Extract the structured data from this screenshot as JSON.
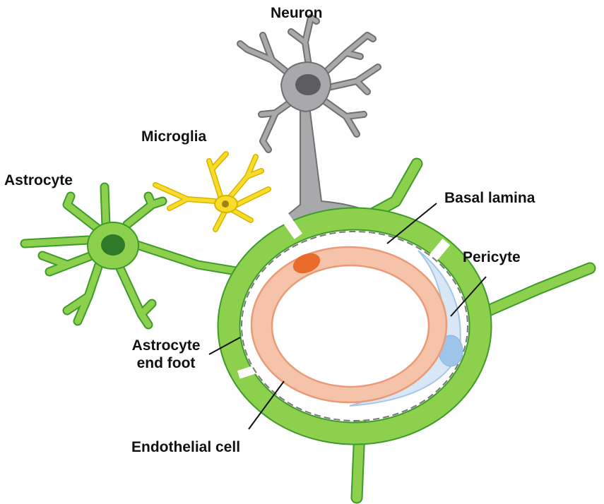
{
  "labels": {
    "neuron": "Neuron",
    "microglia": "Microglia",
    "astrocyte": "Astrocyte",
    "basal_lamina": "Basal lamina",
    "pericyte": "Pericyte",
    "astrocyte_end_foot_line1": "Astrocyte",
    "astrocyte_end_foot_line2": "end foot",
    "endothelial_cell": "Endothelial cell"
  },
  "colors": {
    "astrocyte_fill": "#8dd04d",
    "astrocyte_stroke": "#3e9a2a",
    "astrocyte_nucleus": "#2e7a28",
    "neuron_fill": "#a9a9ab",
    "neuron_stroke": "#707072",
    "neuron_nucleus": "#5d5d5f",
    "microglia_fill": "#f7dc2a",
    "microglia_stroke": "#d9b300",
    "microglia_nucleus": "#a37f14",
    "endothelial_fill": "#f5c3a9",
    "endothelial_stroke": "#eb9a76",
    "endothelial_nucleus": "#ea6a2a",
    "pericyte_fill": "#d8e7f5",
    "pericyte_stroke": "#a6c6e6",
    "pericyte_nucleus": "#9ec4ea",
    "basal_lamina": "#777777",
    "leader_line": "#111111"
  }
}
